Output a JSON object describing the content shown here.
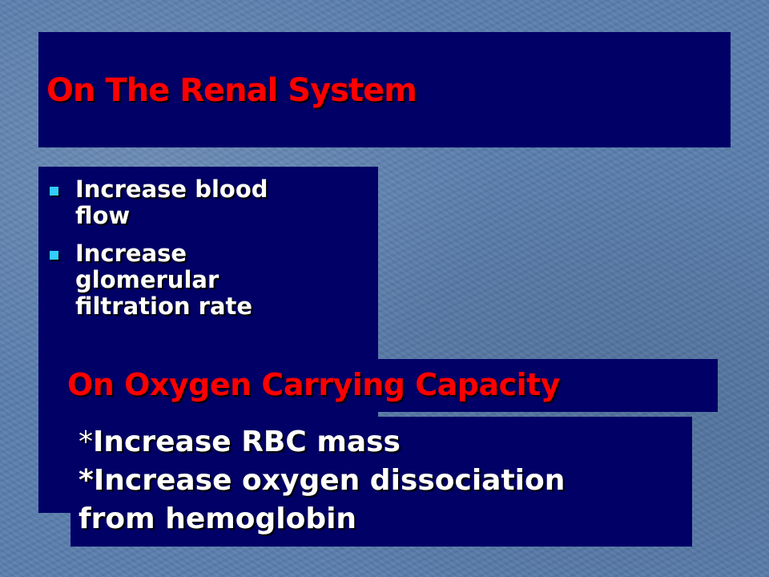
{
  "slide": {
    "title": "On The Renal System",
    "renal_effects": [
      "Increase blood flow",
      "Increase glomerular filtration rate"
    ],
    "oxygen_section": {
      "heading": "On Oxygen Carrying Capacity",
      "line1_star": "*",
      "line1_text": "Increase RBC mass",
      "line2_text": "*Increase oxygen dissociation",
      "line3_text": "from hemoglobin"
    }
  },
  "colors": {
    "background": "#5b7fae",
    "box_fill": "#000066",
    "heading_red": "#ff0000",
    "body_text": "#ffffff",
    "bullet": "#33ccff"
  }
}
